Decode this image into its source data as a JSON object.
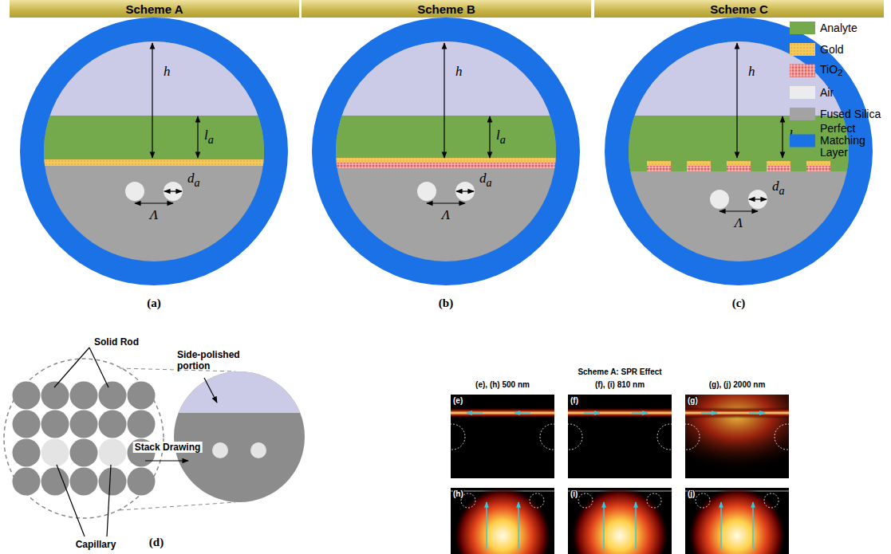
{
  "diagram": {
    "nodes": [
      {
        "text": [
          "Scheme A"
        ]
      },
      {
        "text": [
          "Scheme B"
        ]
      },
      {
        "text": [
          "Scheme C"
        ]
      },
      {
        "text": [
          "(e)"
        ]
      },
      {
        "text": [
          "(f)"
        ]
      },
      {
        "text": [
          "(g)"
        ]
      },
      {
        "text": [
          "(h)"
        ]
      },
      {
        "text": [
          "(i)"
        ]
      },
      {
        "text": [
          "(j)"
        ]
      }
    ],
    "labels": [
      "h",
      "la",
      "da",
      "Λ",
      "h",
      "la",
      "da",
      "Λ",
      "h",
      "la",
      "da",
      "Λ",
      "(a)",
      "(b)",
      "(c)",
      "Solid Rod",
      "Side-polished portion",
      "Stack Drawing",
      "Capillary",
      "(d)",
      "Scheme A: SPR Effect",
      "(e), (h) 500 nm",
      "(f), (i) 810 nm",
      "(g), (j) 2000 nm"
    ],
    "legend": [
      {
        "text": "Analyte",
        "color": "#74aa4c"
      },
      {
        "text": "Gold",
        "color": "#f3c95c"
      },
      {
        "text": "TiO2",
        "color": "#e05a5a"
      },
      {
        "text": "Air",
        "color": "#ececec"
      },
      {
        "text": "Fused Silica",
        "color": "#a3a3a3"
      },
      {
        "text": "Perfect Matching Layer",
        "color": "#1a72e6"
      }
    ]
  }
}
